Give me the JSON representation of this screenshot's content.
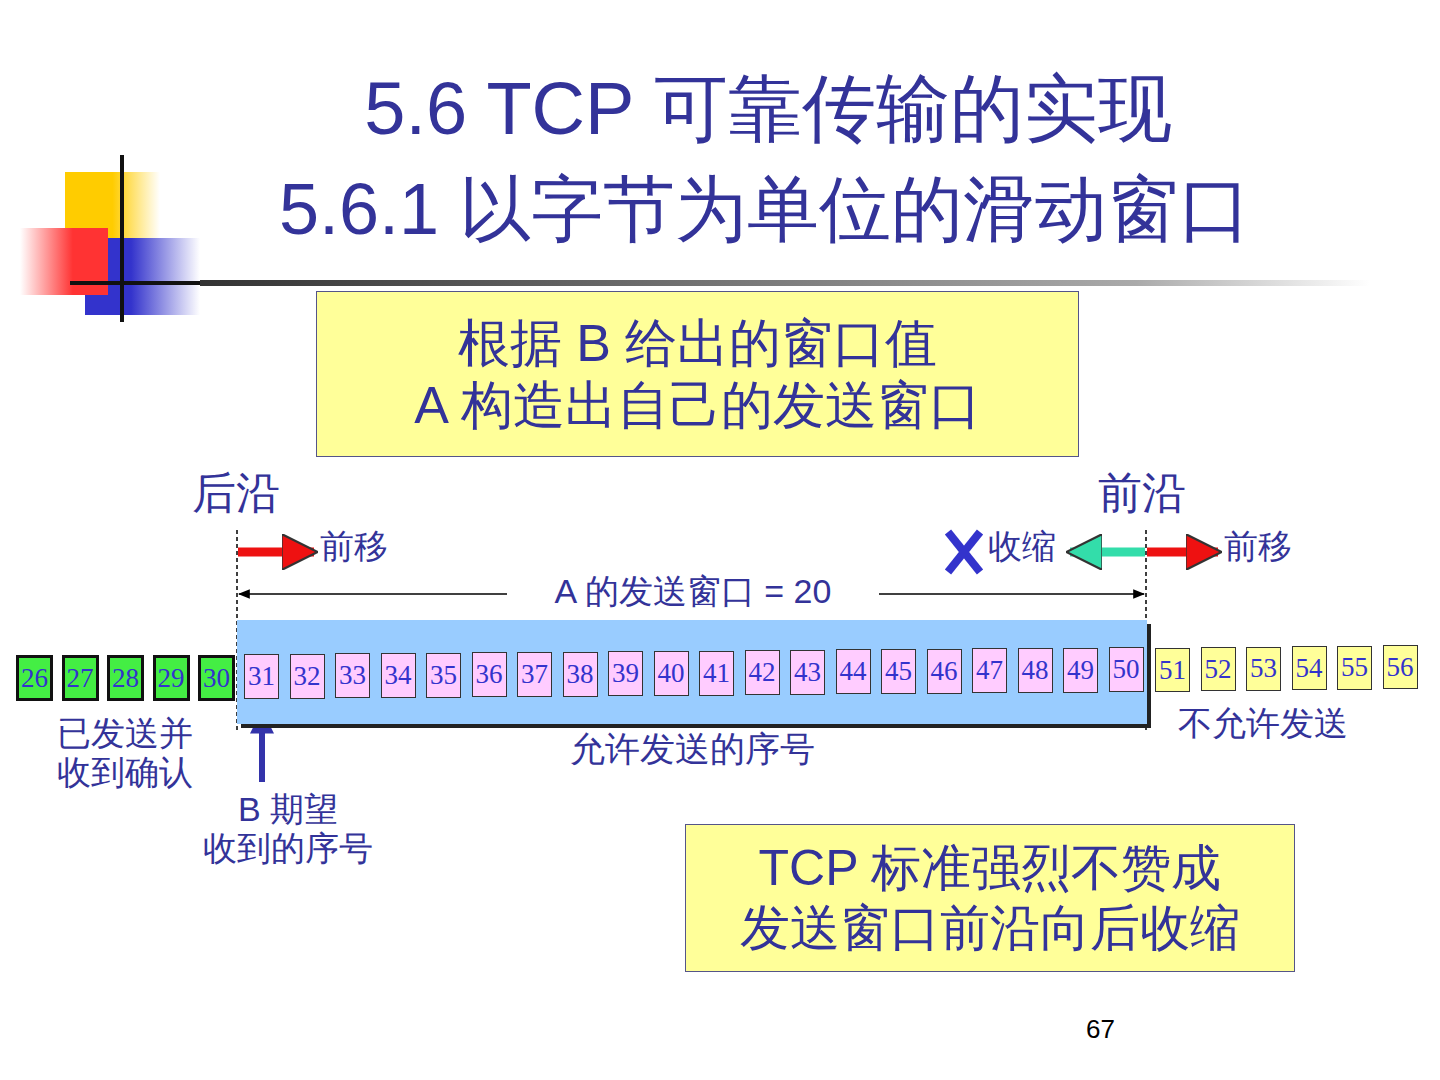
{
  "diagram": {
    "title": "5.6 TCP 可靠传输的实现",
    "nodes": [
      {
        "text": [
          "根据 B 给出的窗口值 A 构造出自己的发送窗口"
        ]
      },
      {
        "text": [
          "26"
        ]
      },
      {
        "text": [
          "27"
        ]
      },
      {
        "text": [
          "28"
        ]
      },
      {
        "text": [
          "29"
        ]
      },
      {
        "text": [
          "30"
        ]
      },
      {
        "text": [
          "允许发送的序号"
        ]
      },
      {
        "text": [
          "31"
        ],
        "in": 6
      },
      {
        "text": [
          "32"
        ],
        "in": 6
      },
      {
        "text": [
          "33"
        ],
        "in": 6
      },
      {
        "text": [
          "34"
        ],
        "in": 6
      },
      {
        "text": [
          "35"
        ],
        "in": 6
      },
      {
        "text": [
          "36"
        ],
        "in": 6
      },
      {
        "text": [
          "37"
        ],
        "in": 6
      },
      {
        "text": [
          "38"
        ],
        "in": 6
      },
      {
        "text": [
          "39"
        ],
        "in": 6
      },
      {
        "text": [
          "40"
        ],
        "in": 6
      },
      {
        "text": [
          "41"
        ],
        "in": 6
      },
      {
        "text": [
          "42"
        ],
        "in": 6
      },
      {
        "text": [
          "43"
        ],
        "in": 6
      },
      {
        "text": [
          "44"
        ],
        "in": 6
      },
      {
        "text": [
          "45"
        ],
        "in": 6
      },
      {
        "text": [
          "46"
        ],
        "in": 6
      },
      {
        "text": [
          "47"
        ],
        "in": 6
      },
      {
        "text": [
          "48"
        ],
        "in": 6
      },
      {
        "text": [
          "49"
        ],
        "in": 6
      },
      {
        "text": [
          "50"
        ],
        "in": 6
      },
      {
        "text": [
          "51"
        ]
      },
      {
        "text": [
          "52"
        ]
      },
      {
        "text": [
          "53"
        ]
      },
      {
        "text": [
          "54"
        ]
      },
      {
        "text": [
          "55"
        ]
      },
      {
        "text": [
          "56"
        ]
      },
      {
        "text": [
          "TCP 标准强烈不赞成 发送窗口前沿向后收缩"
        ]
      }
    ],
    "labels": [
      "5.6.1 以字节为单位的滑动窗口",
      "后沿",
      "前沿",
      "前移",
      "收缩",
      "前移",
      "A 的发送窗口 = 20",
      "已发送并 收到确认",
      "不允许发送",
      "B 期望 收到的序号",
      "67"
    ]
  }
}
